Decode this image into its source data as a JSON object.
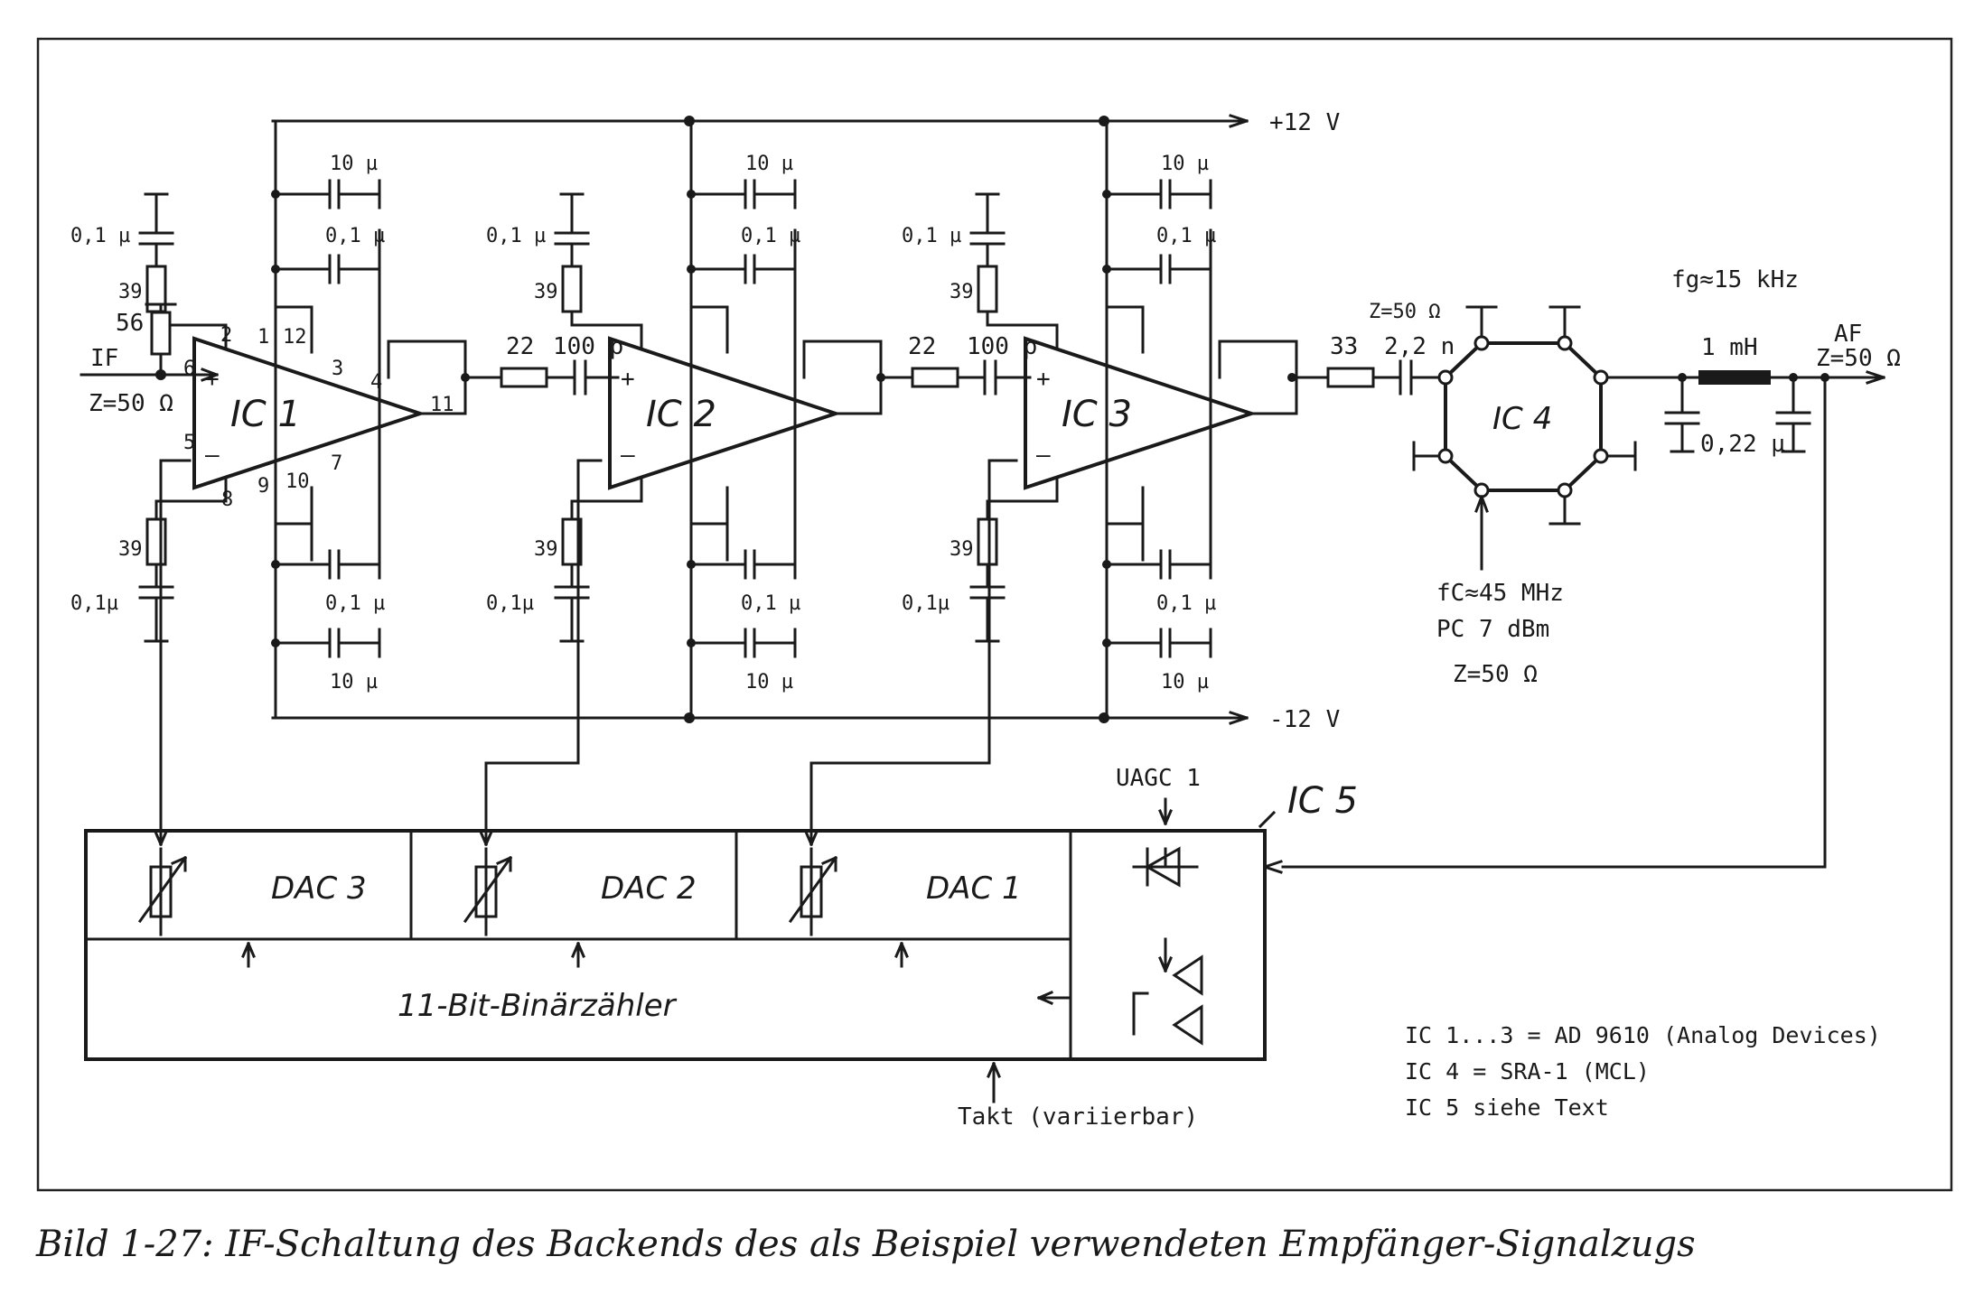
{
  "caption": "Bild 1-27: IF-Schaltung des Backends des als Beispiel verwendeten Empfänger-Signalzugs",
  "rails": {
    "pos": "+12 V",
    "neg": "-12 V"
  },
  "input": {
    "name": "IF",
    "impedance": "Z=50 Ω",
    "resistor": "56"
  },
  "output": {
    "name": "AF",
    "impedance": "Z=50 Ω"
  },
  "amplifiers": [
    {
      "name": "IC 1",
      "pins": [
        "6",
        "5",
        "2",
        "1",
        "12",
        "3",
        "4",
        "11",
        "8",
        "9",
        "10",
        "7"
      ],
      "c_plus": "10 µ",
      "c_top": "0,1 µ",
      "c_input": "0,1 µ",
      "r_top": "39",
      "r_bot": "39",
      "c_bot": "0,1µ",
      "c_minus_a": "0,1 µ",
      "c_minus": "10 µ"
    },
    {
      "name": "IC 2",
      "c_plus": "10 µ",
      "c_top": "0,1 µ",
      "c_input": "0,1 µ",
      "r_top": "39",
      "r_bot": "39",
      "c_bot": "0,1µ",
      "c_minus_a": "0,1 µ",
      "c_minus": "10 µ"
    },
    {
      "name": "IC 3",
      "c_plus": "10 µ",
      "c_top": "0,1 µ",
      "c_input": "0,1 µ",
      "r_top": "39",
      "r_bot": "39",
      "c_bot": "0,1µ",
      "c_minus_a": "0,1 µ",
      "c_minus": "10 µ"
    }
  ],
  "couplings": [
    {
      "r": "22",
      "c": "100 p"
    },
    {
      "r": "22",
      "c": "100 p"
    },
    {
      "r": "33",
      "c": "2,2 n"
    }
  ],
  "mixer": {
    "name": "IC 4",
    "impedance": "Z=50 Ω",
    "fc": "fC≈45 MHz",
    "pc": "PC 7 dBm",
    "zc": "Z=50 Ω"
  },
  "filter": {
    "fg": "fg≈15 kHz",
    "inductor": "1 mH",
    "capacitor": "0,22 µ"
  },
  "controller": {
    "name": "IC 5",
    "uagc": "UAGC 1",
    "dacs": [
      "DAC 3",
      "DAC 2",
      "DAC 1"
    ],
    "counter": "11-Bit-Binärzähler",
    "clock": "Takt (variierbar)"
  },
  "notes": [
    "IC 1...3 = AD 9610 (Analog Devices)",
    "IC 4 = SRA-1 (MCL)",
    "IC 5  siehe Text"
  ]
}
